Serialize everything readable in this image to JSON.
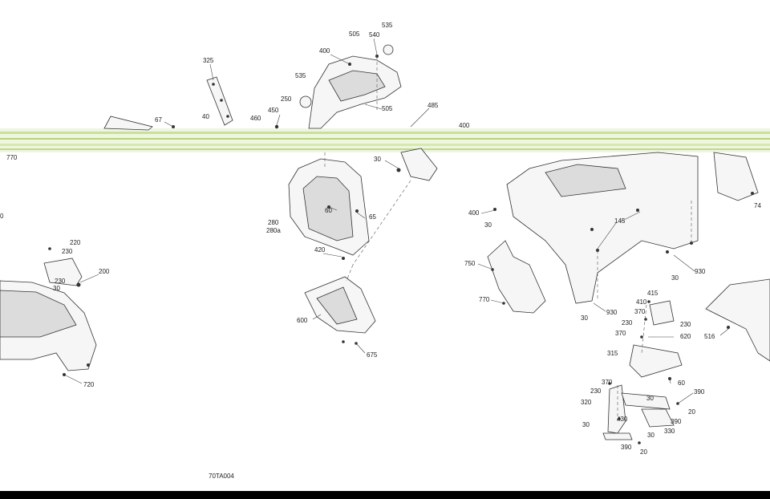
{
  "drawing_code": "70TA004",
  "colors": {
    "line": "#333333",
    "noise_band": "#a8d060",
    "bottom_bar": "#000000"
  },
  "callouts": [
    "325",
    "67",
    "40",
    "460",
    "450",
    "250",
    "535",
    "400",
    "505",
    "540",
    "535",
    "505",
    "485",
    "400",
    "30",
    "770",
    "60",
    "65",
    "280",
    "280a",
    "420",
    "600",
    "675",
    "220",
    "230",
    "230",
    "30",
    "200",
    "720",
    "400",
    "30",
    "145",
    "930",
    "30",
    "750",
    "770",
    "30",
    "930",
    "415",
    "410",
    "370",
    "230",
    "230",
    "370",
    "620",
    "315",
    "60",
    "370",
    "230",
    "390",
    "320",
    "30",
    "20",
    "430",
    "30",
    "390",
    "30",
    "330",
    "390",
    "20",
    "516",
    "74",
    "0"
  ]
}
